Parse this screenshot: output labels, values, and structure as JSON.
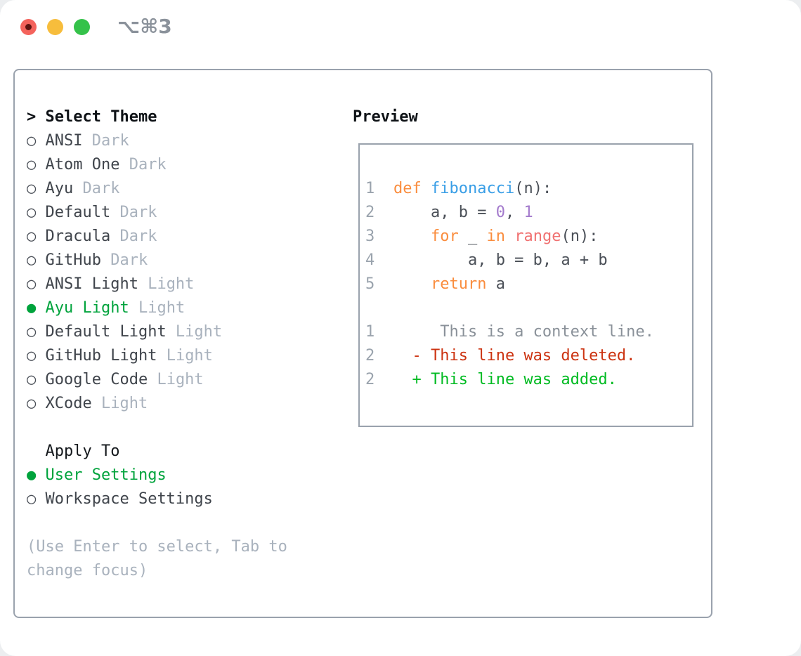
{
  "window": {
    "title": "⌥⌘3"
  },
  "colors": {
    "selection_green": "#00a33c",
    "panel_border": "#9aa2ad",
    "traffic": {
      "close": "#f4635c",
      "minimize": "#f7bd3c",
      "zoom": "#35c24a"
    },
    "syntax": {
      "keyword": "#fa8d3e",
      "function": "#399ee6",
      "constant": "#a37acc",
      "special": "#f07171",
      "default": "#4a4f57",
      "context": "#8a9199",
      "deleted": "#cc3311",
      "added": "#00bb22",
      "line_number": "#9aa3ad"
    }
  },
  "theme_panel": {
    "header_prefix": ">",
    "header": "Select Theme",
    "themes": [
      {
        "name": "ANSI",
        "variant": "Dark",
        "selected": false
      },
      {
        "name": "Atom One",
        "variant": "Dark",
        "selected": false
      },
      {
        "name": "Ayu",
        "variant": "Dark",
        "selected": false
      },
      {
        "name": "Default",
        "variant": "Dark",
        "selected": false
      },
      {
        "name": "Dracula",
        "variant": "Dark",
        "selected": false
      },
      {
        "name": "GitHub",
        "variant": "Dark",
        "selected": false
      },
      {
        "name": "ANSI Light",
        "variant": "Light",
        "selected": false
      },
      {
        "name": "Ayu Light",
        "variant": "Light",
        "selected": true
      },
      {
        "name": "Default Light",
        "variant": "Light",
        "selected": false
      },
      {
        "name": "GitHub Light",
        "variant": "Light",
        "selected": false
      },
      {
        "name": "Google Code",
        "variant": "Light",
        "selected": false
      },
      {
        "name": "XCode",
        "variant": "Light",
        "selected": false
      }
    ],
    "apply_to": {
      "header": "Apply To",
      "options": [
        {
          "name": "User Settings",
          "selected": true
        },
        {
          "name": "Workspace Settings",
          "selected": false
        }
      ]
    },
    "hint_lines": [
      "(Use Enter to select, Tab to",
      "change focus)"
    ]
  },
  "preview": {
    "title": "Preview",
    "lines": [
      {
        "num": "1",
        "segments": [
          [
            "keyword",
            "def"
          ],
          [
            "default",
            " "
          ],
          [
            "function",
            "fibonacci"
          ],
          [
            "default",
            "(n):"
          ]
        ]
      },
      {
        "num": "2",
        "segments": [
          [
            "default",
            "    a, b = "
          ],
          [
            "constant",
            "0"
          ],
          [
            "default",
            ", "
          ],
          [
            "constant",
            "1"
          ]
        ]
      },
      {
        "num": "3",
        "segments": [
          [
            "default",
            "    "
          ],
          [
            "keyword",
            "for"
          ],
          [
            "default",
            " _ "
          ],
          [
            "keyword",
            "in"
          ],
          [
            "default",
            " "
          ],
          [
            "special",
            "range"
          ],
          [
            "default",
            "(n):"
          ]
        ]
      },
      {
        "num": "4",
        "segments": [
          [
            "default",
            "        a, b = b, a + b"
          ]
        ]
      },
      {
        "num": "5",
        "segments": [
          [
            "default",
            "    "
          ],
          [
            "keyword",
            "return"
          ],
          [
            "default",
            " a"
          ]
        ]
      },
      {
        "blank": true
      },
      {
        "num": "1",
        "segments": [
          [
            "context",
            "     This is a context line."
          ]
        ]
      },
      {
        "num": "2",
        "segments": [
          [
            "deleted",
            "  - This line was deleted."
          ]
        ]
      },
      {
        "num": "2",
        "segments": [
          [
            "added",
            "  + This line was added."
          ]
        ]
      }
    ]
  }
}
